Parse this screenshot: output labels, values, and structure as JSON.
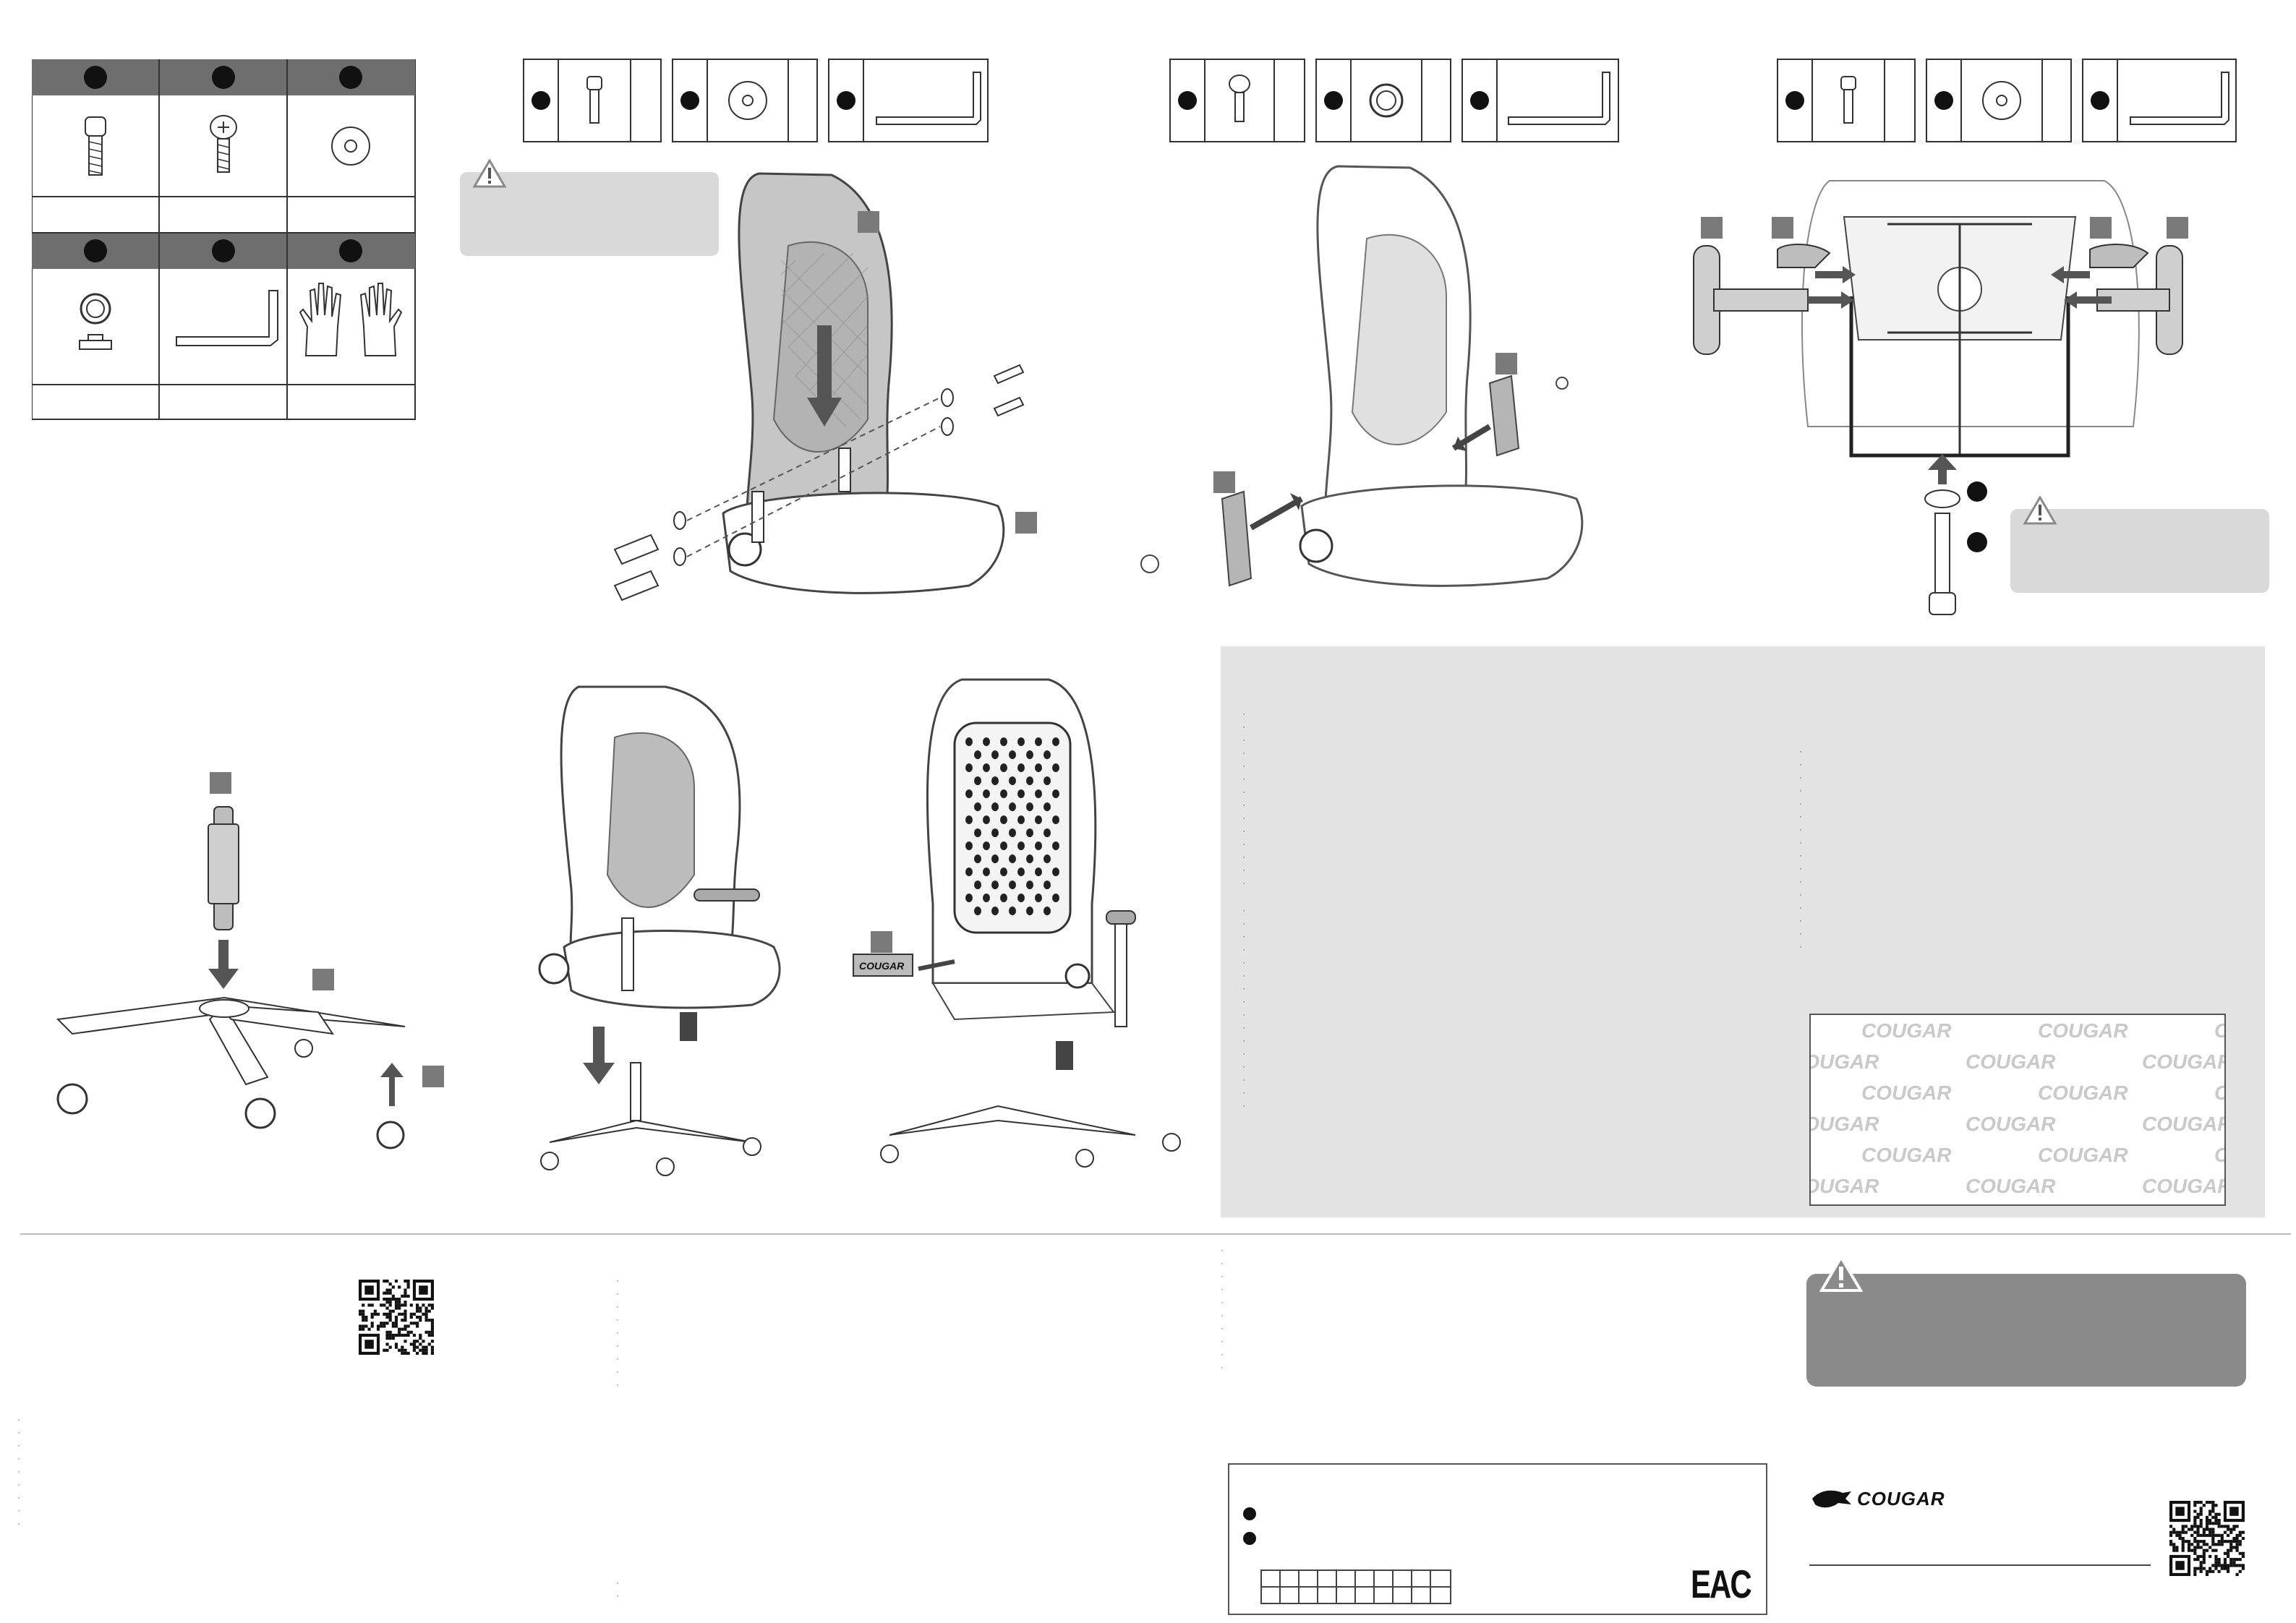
{
  "brand": {
    "logo_text": "COUGAR"
  },
  "parts_table": {
    "top_row": [
      "hex-bolt-icon",
      "phillips-screw-icon",
      "washer-icon"
    ],
    "bottom_row": [
      "spring-washer-icon",
      "allen-key-icon",
      "gloves-icon"
    ]
  },
  "steps": {
    "step1_parts": [
      "hex-bolt-icon",
      "washer-icon",
      "allen-key-icon"
    ],
    "step2_parts": [
      "phillips-screw-icon",
      "spring-washer-icon",
      "allen-key-icon"
    ],
    "step3_parts": [
      "hex-bolt-icon",
      "washer-icon",
      "allen-key-icon"
    ]
  },
  "backrest_plate_label": "COUGAR",
  "watermark_tile": "COUGAR",
  "eac_mark": "EAC",
  "colors": {
    "panel_gray": "#e3e3e3",
    "badge_gray": "#7a7a7a",
    "warning_dark": "#8a8a8a"
  }
}
